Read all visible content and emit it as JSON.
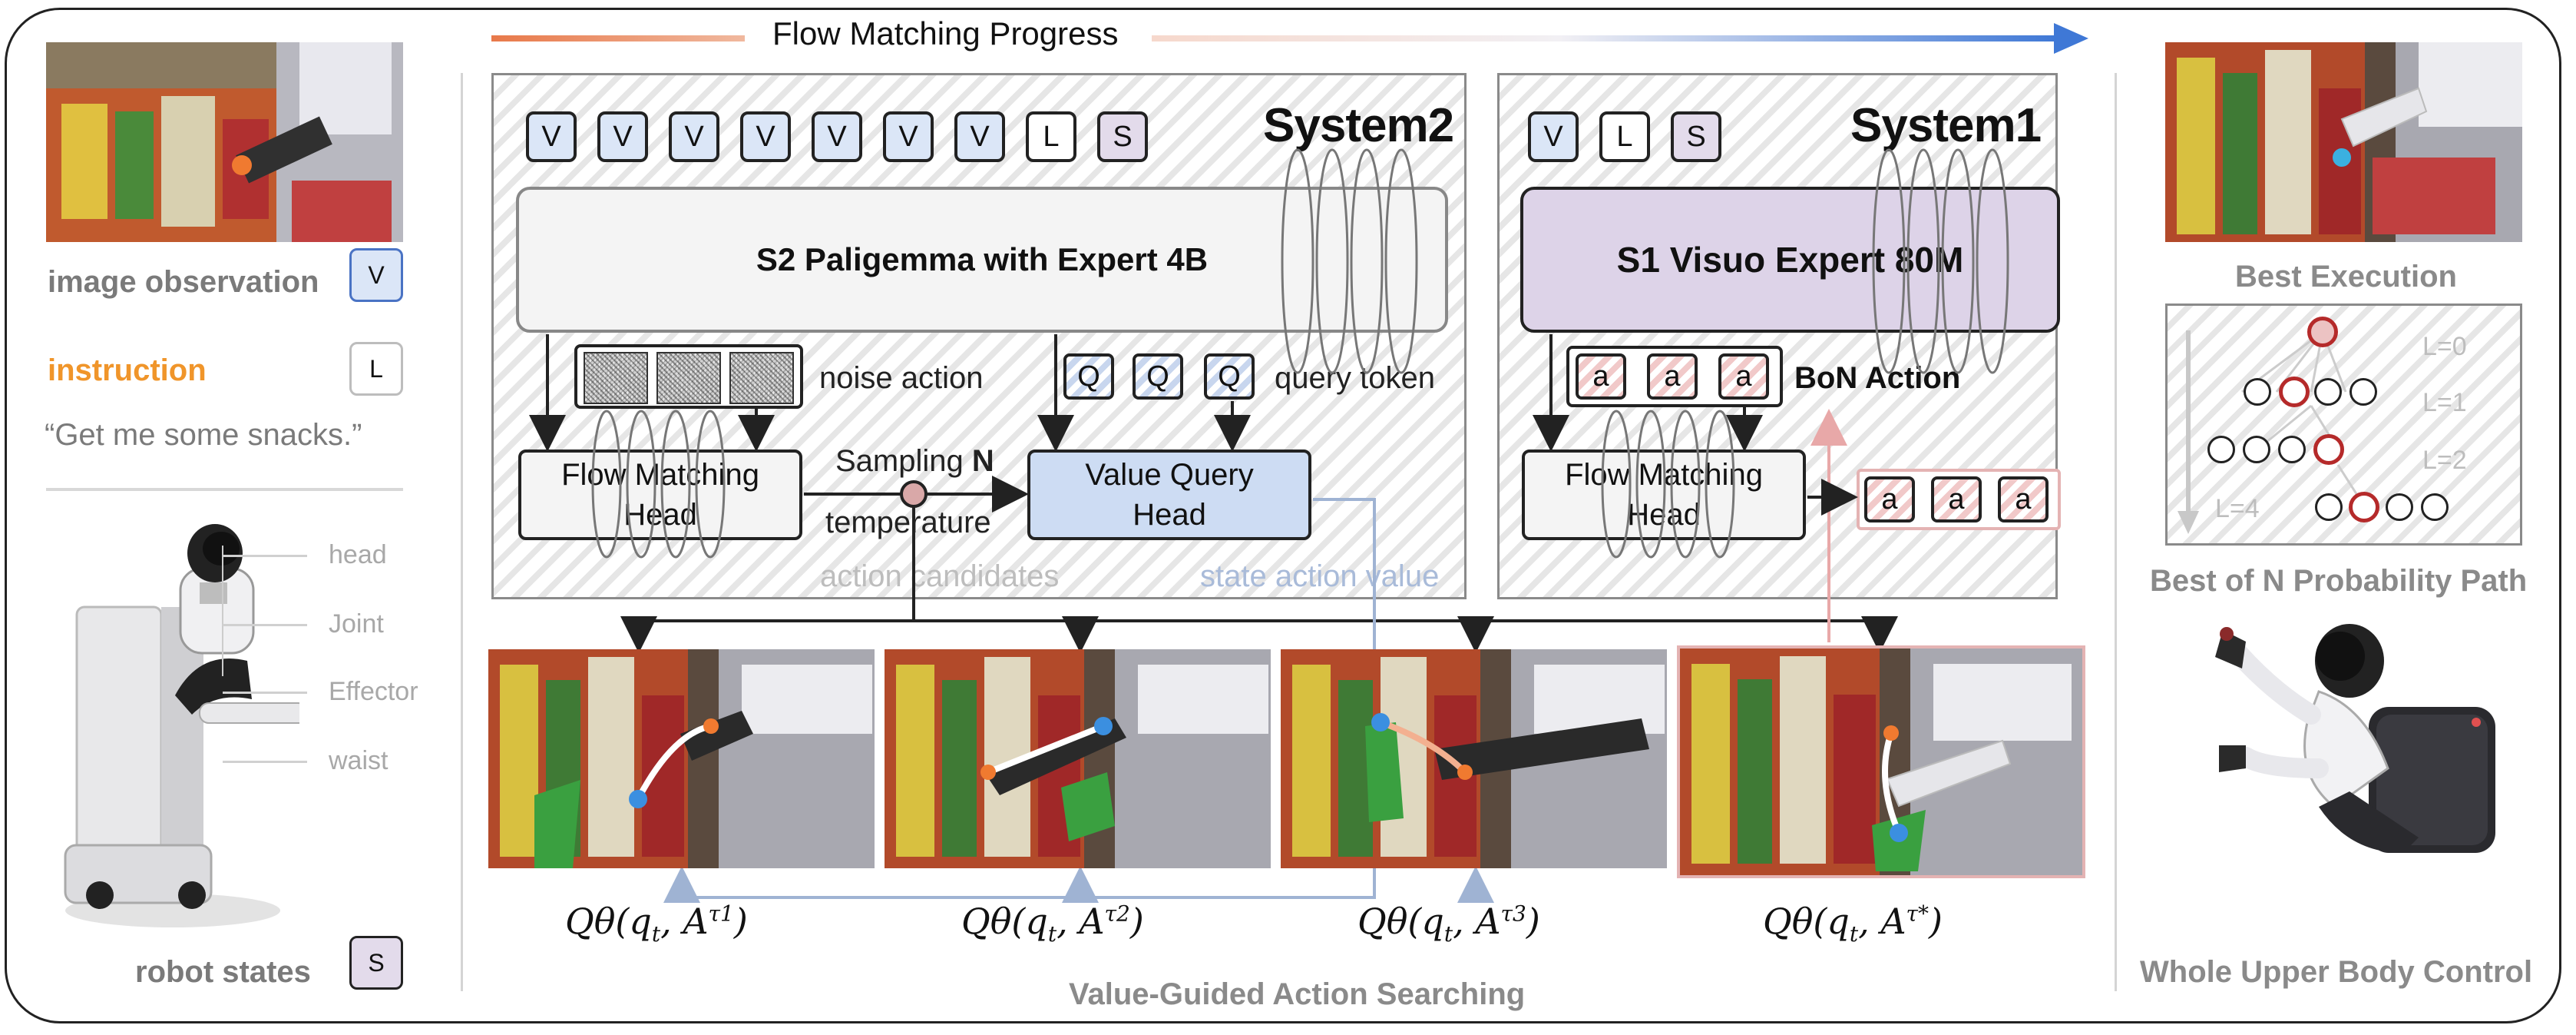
{
  "header": {
    "progress_label": "Flow Matching Progress"
  },
  "left": {
    "image_observation": "image observation",
    "image_token": "V",
    "instruction": "instruction",
    "instruction_token": "L",
    "quote": "“Get me some snacks.”",
    "robot_parts": [
      "head",
      "Joint",
      "Effector",
      "waist"
    ],
    "robot_states": "robot states",
    "state_token": "S"
  },
  "system2": {
    "title": "System2",
    "tokens": [
      "V",
      "V",
      "V",
      "V",
      "V",
      "V",
      "V",
      "L",
      "S"
    ],
    "model_label": "S2 Paligemma with Expert 4B",
    "noise_action": "noise action",
    "query_tokens": [
      "Q",
      "Q",
      "Q"
    ],
    "query_token": "query token",
    "flow_head": "Flow Matching\nHead",
    "value_head": "Value Query\nHead",
    "sampling": "Sampling",
    "sampling_n": "N",
    "temperature": "temperature",
    "action_candidates": "action candidates",
    "state_action_value": "state action value"
  },
  "system1": {
    "title": "System1",
    "tokens": [
      "V",
      "L",
      "S"
    ],
    "model_label": "S1 Visuo Expert 80M",
    "bon_tokens": [
      "a",
      "a",
      "a"
    ],
    "bon_action": "BoN Action",
    "flow_head": "Flow Matching\nHead",
    "out_tokens": [
      "a",
      "a",
      "a"
    ]
  },
  "bottom": {
    "q_labels": [
      {
        "base": "Qθ(q",
        "sub_t": "t",
        "mid": ", A",
        "sup": "τ1",
        "end": ")"
      },
      {
        "base": "Qθ(q",
        "sub_t": "t",
        "mid": ", A",
        "sup": "τ2",
        "end": ")"
      },
      {
        "base": "Qθ(q",
        "sub_t": "t",
        "mid": ", A",
        "sup": "τ3",
        "end": ")"
      },
      {
        "base": "Qθ(q",
        "sub_t": "t",
        "mid": ", A",
        "sup": "τ*",
        "end": ")"
      }
    ],
    "caption": "Value-Guided Action Searching"
  },
  "right": {
    "best_execution": "Best Execution",
    "levels": [
      "L=0",
      "L=1",
      "L=2",
      "L=4"
    ],
    "best_of_n": "Best of N Probability Path",
    "whole_body": "Whole Upper Body Control"
  },
  "colors": {
    "arrow_start": "#e8794a",
    "arrow_end": "#3f78d6",
    "instruction_orange": "#f0952a",
    "value_head_fill": "#cddcf3",
    "s1_fill": "#ddd3e8",
    "state_line": "#9fb3d3",
    "best_red": "#b52a2a"
  }
}
